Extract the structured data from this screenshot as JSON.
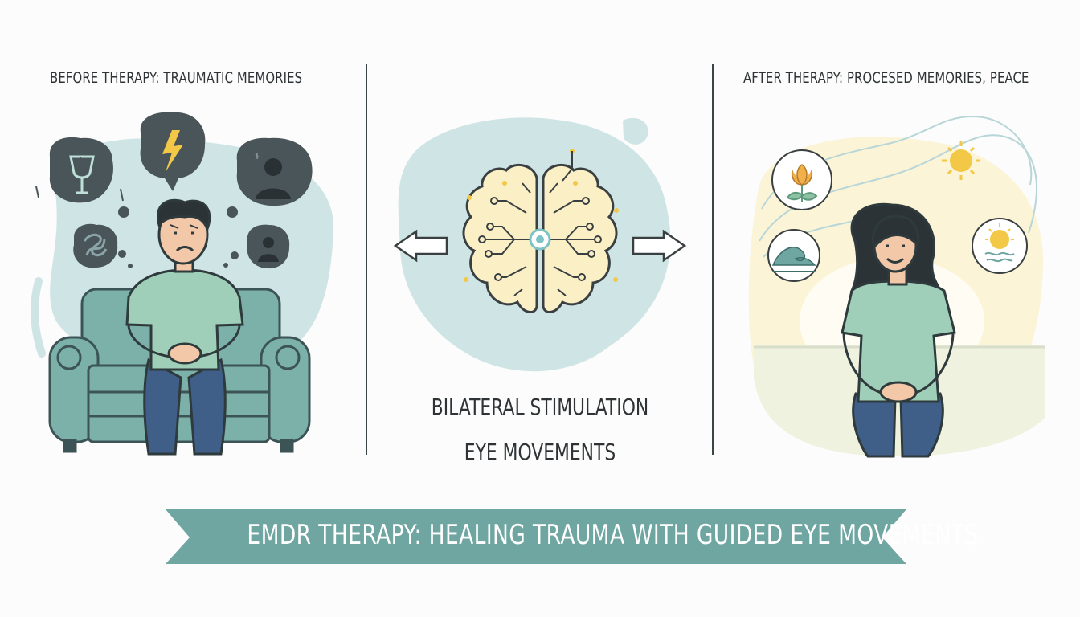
{
  "before": {
    "heading": "BEFORE THERAPY: TRAUMATIC MEMORIES",
    "icons": [
      "broken-glass-icon",
      "lightning-icon",
      "person-silhouette-icon",
      "tangled-thread-icon",
      "person-silhouette-icon"
    ]
  },
  "center": {
    "label_1": "BILATERAL STIMULATION",
    "label_2": "EYE MOVEMENTS",
    "icons": [
      "brain-circuit-icon",
      "arrow-left-icon",
      "arrow-right-icon"
    ]
  },
  "after": {
    "heading": "AFTER THERAPY: PROCESED MEMORIES, PEACE",
    "icons": [
      "flower-icon",
      "sun-icon",
      "wave-icon",
      "sunset-icon"
    ]
  },
  "banner": {
    "title": "EMDR THERAPY: HEALING TRAUMA WITH GUIDED EYE MOVEMENTS"
  },
  "colors": {
    "teal_light": "#cfe5e5",
    "teal": "#6fa6a1",
    "sofa": "#7bb1a8",
    "shirt": "#9fcfb8",
    "jeans": "#3f5f88",
    "dark_bubble": "#4a5559",
    "yellow": "#f3c846",
    "text": "#2f3336"
  }
}
